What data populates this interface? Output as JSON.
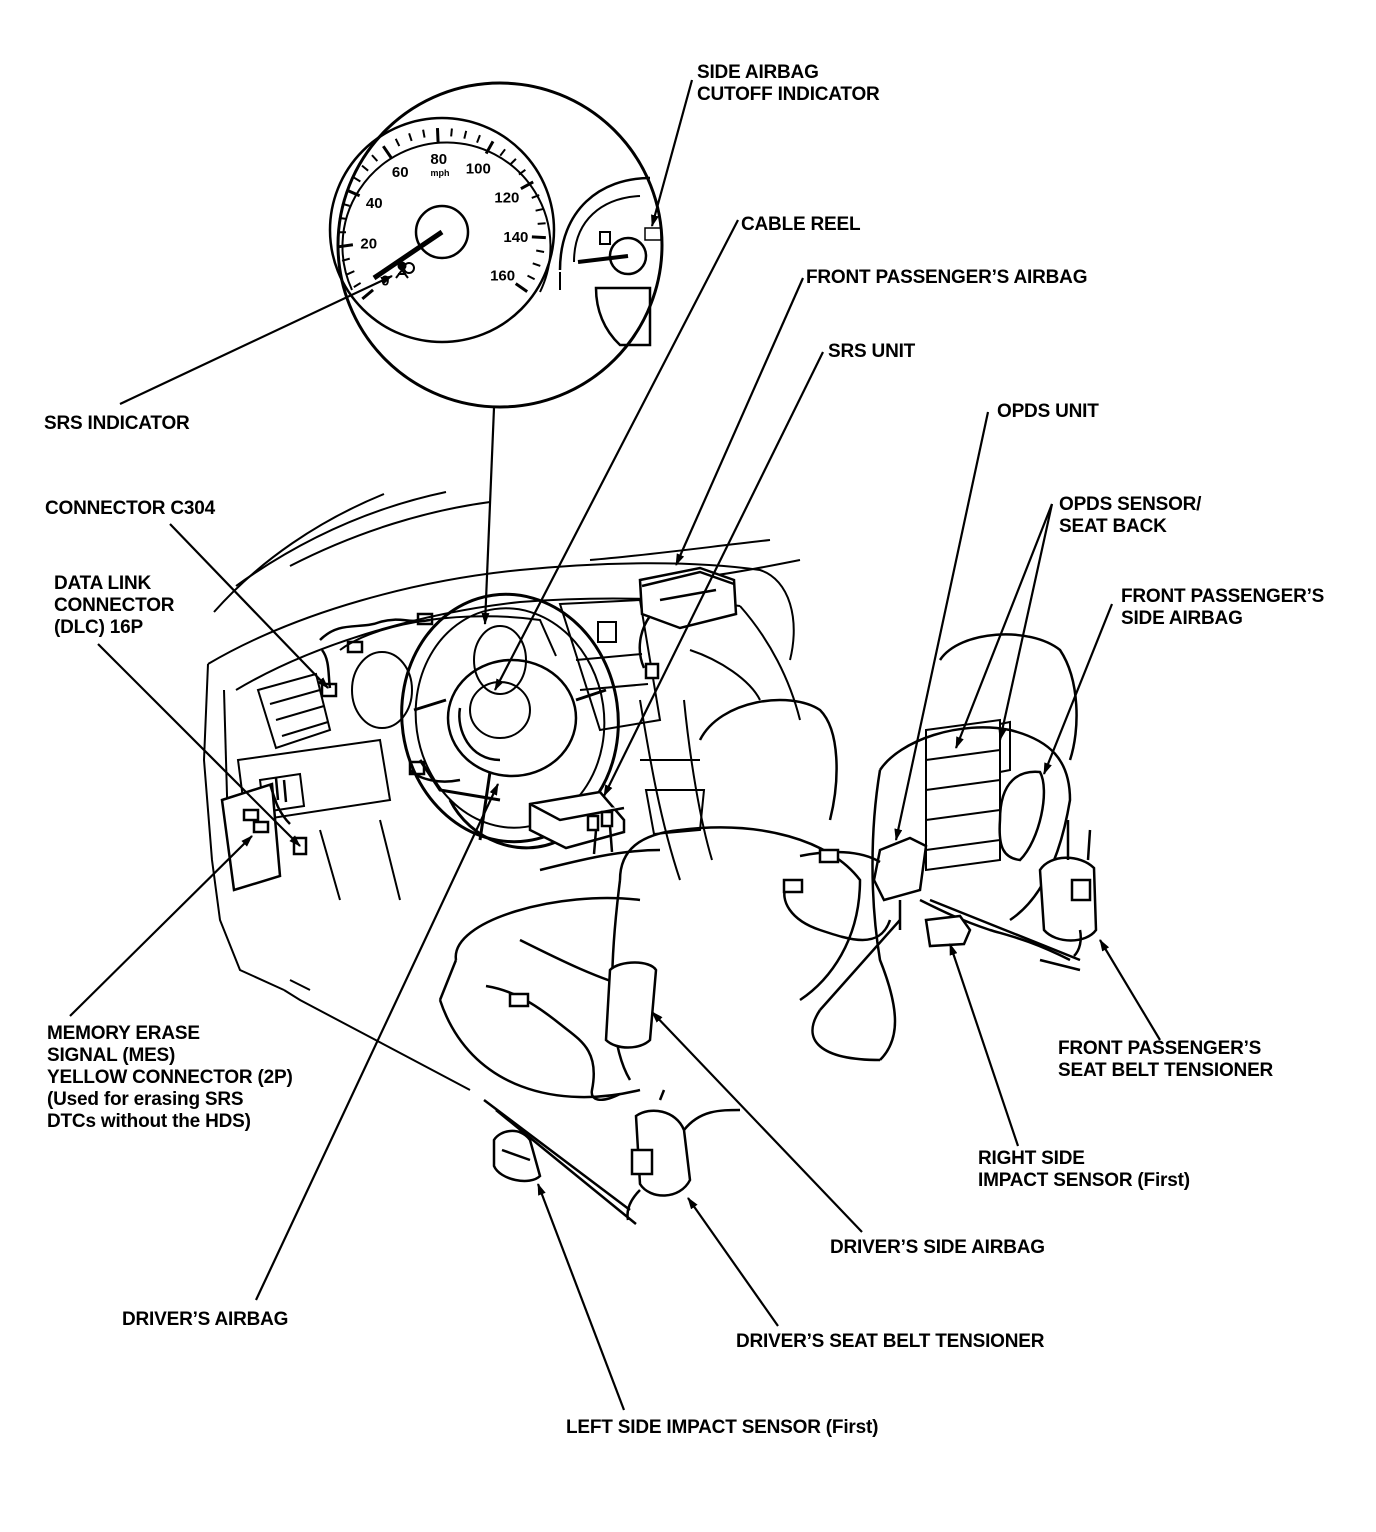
{
  "labels": {
    "side_airbag_cutoff_indicator": [
      "SIDE AIRBAG",
      "CUTOFF INDICATOR"
    ],
    "cable_reel": [
      "CABLE REEL"
    ],
    "front_passengers_airbag": [
      "FRONT PASSENGER’S AIRBAG"
    ],
    "srs_unit": [
      "SRS UNIT"
    ],
    "opds_unit": [
      "OPDS UNIT"
    ],
    "opds_sensor_seat_back": [
      "OPDS SENSOR/",
      "SEAT BACK"
    ],
    "front_passengers_side_airbag": [
      "FRONT PASSENGER’S",
      "SIDE AIRBAG"
    ],
    "srs_indicator": [
      "SRS INDICATOR"
    ],
    "connector_c304": [
      "CONNECTOR C304"
    ],
    "data_link_connector": [
      "DATA LINK",
      "CONNECTOR",
      "(DLC) 16P"
    ],
    "memory_erase_signal": [
      "MEMORY ERASE",
      "SIGNAL (MES)",
      "YELLOW CONNECTOR (2P)",
      "(Used for erasing SRS",
      "DTCs without the HDS)"
    ],
    "front_passengers_seat_belt_tensioner": [
      "FRONT PASSENGER’S",
      "SEAT BELT TENSIONER"
    ],
    "right_side_impact_sensor": [
      "RIGHT SIDE",
      "IMPACT SENSOR (First)"
    ],
    "drivers_side_airbag": [
      "DRIVER’S SIDE AIRBAG"
    ],
    "drivers_airbag": [
      "DRIVER’S AIRBAG"
    ],
    "drivers_seat_belt_tensioner": [
      "DRIVER’S SEAT BELT TENSIONER"
    ],
    "left_side_impact_sensor": [
      "LEFT SIDE IMPACT SENSOR (First)"
    ]
  },
  "speedometer": {
    "ticks": [
      "0",
      "20",
      "40",
      "60",
      "80",
      "100",
      "120",
      "140",
      "160"
    ],
    "unit": "mph"
  },
  "colors": {
    "ink": "#000000",
    "paper": "#ffffff"
  }
}
